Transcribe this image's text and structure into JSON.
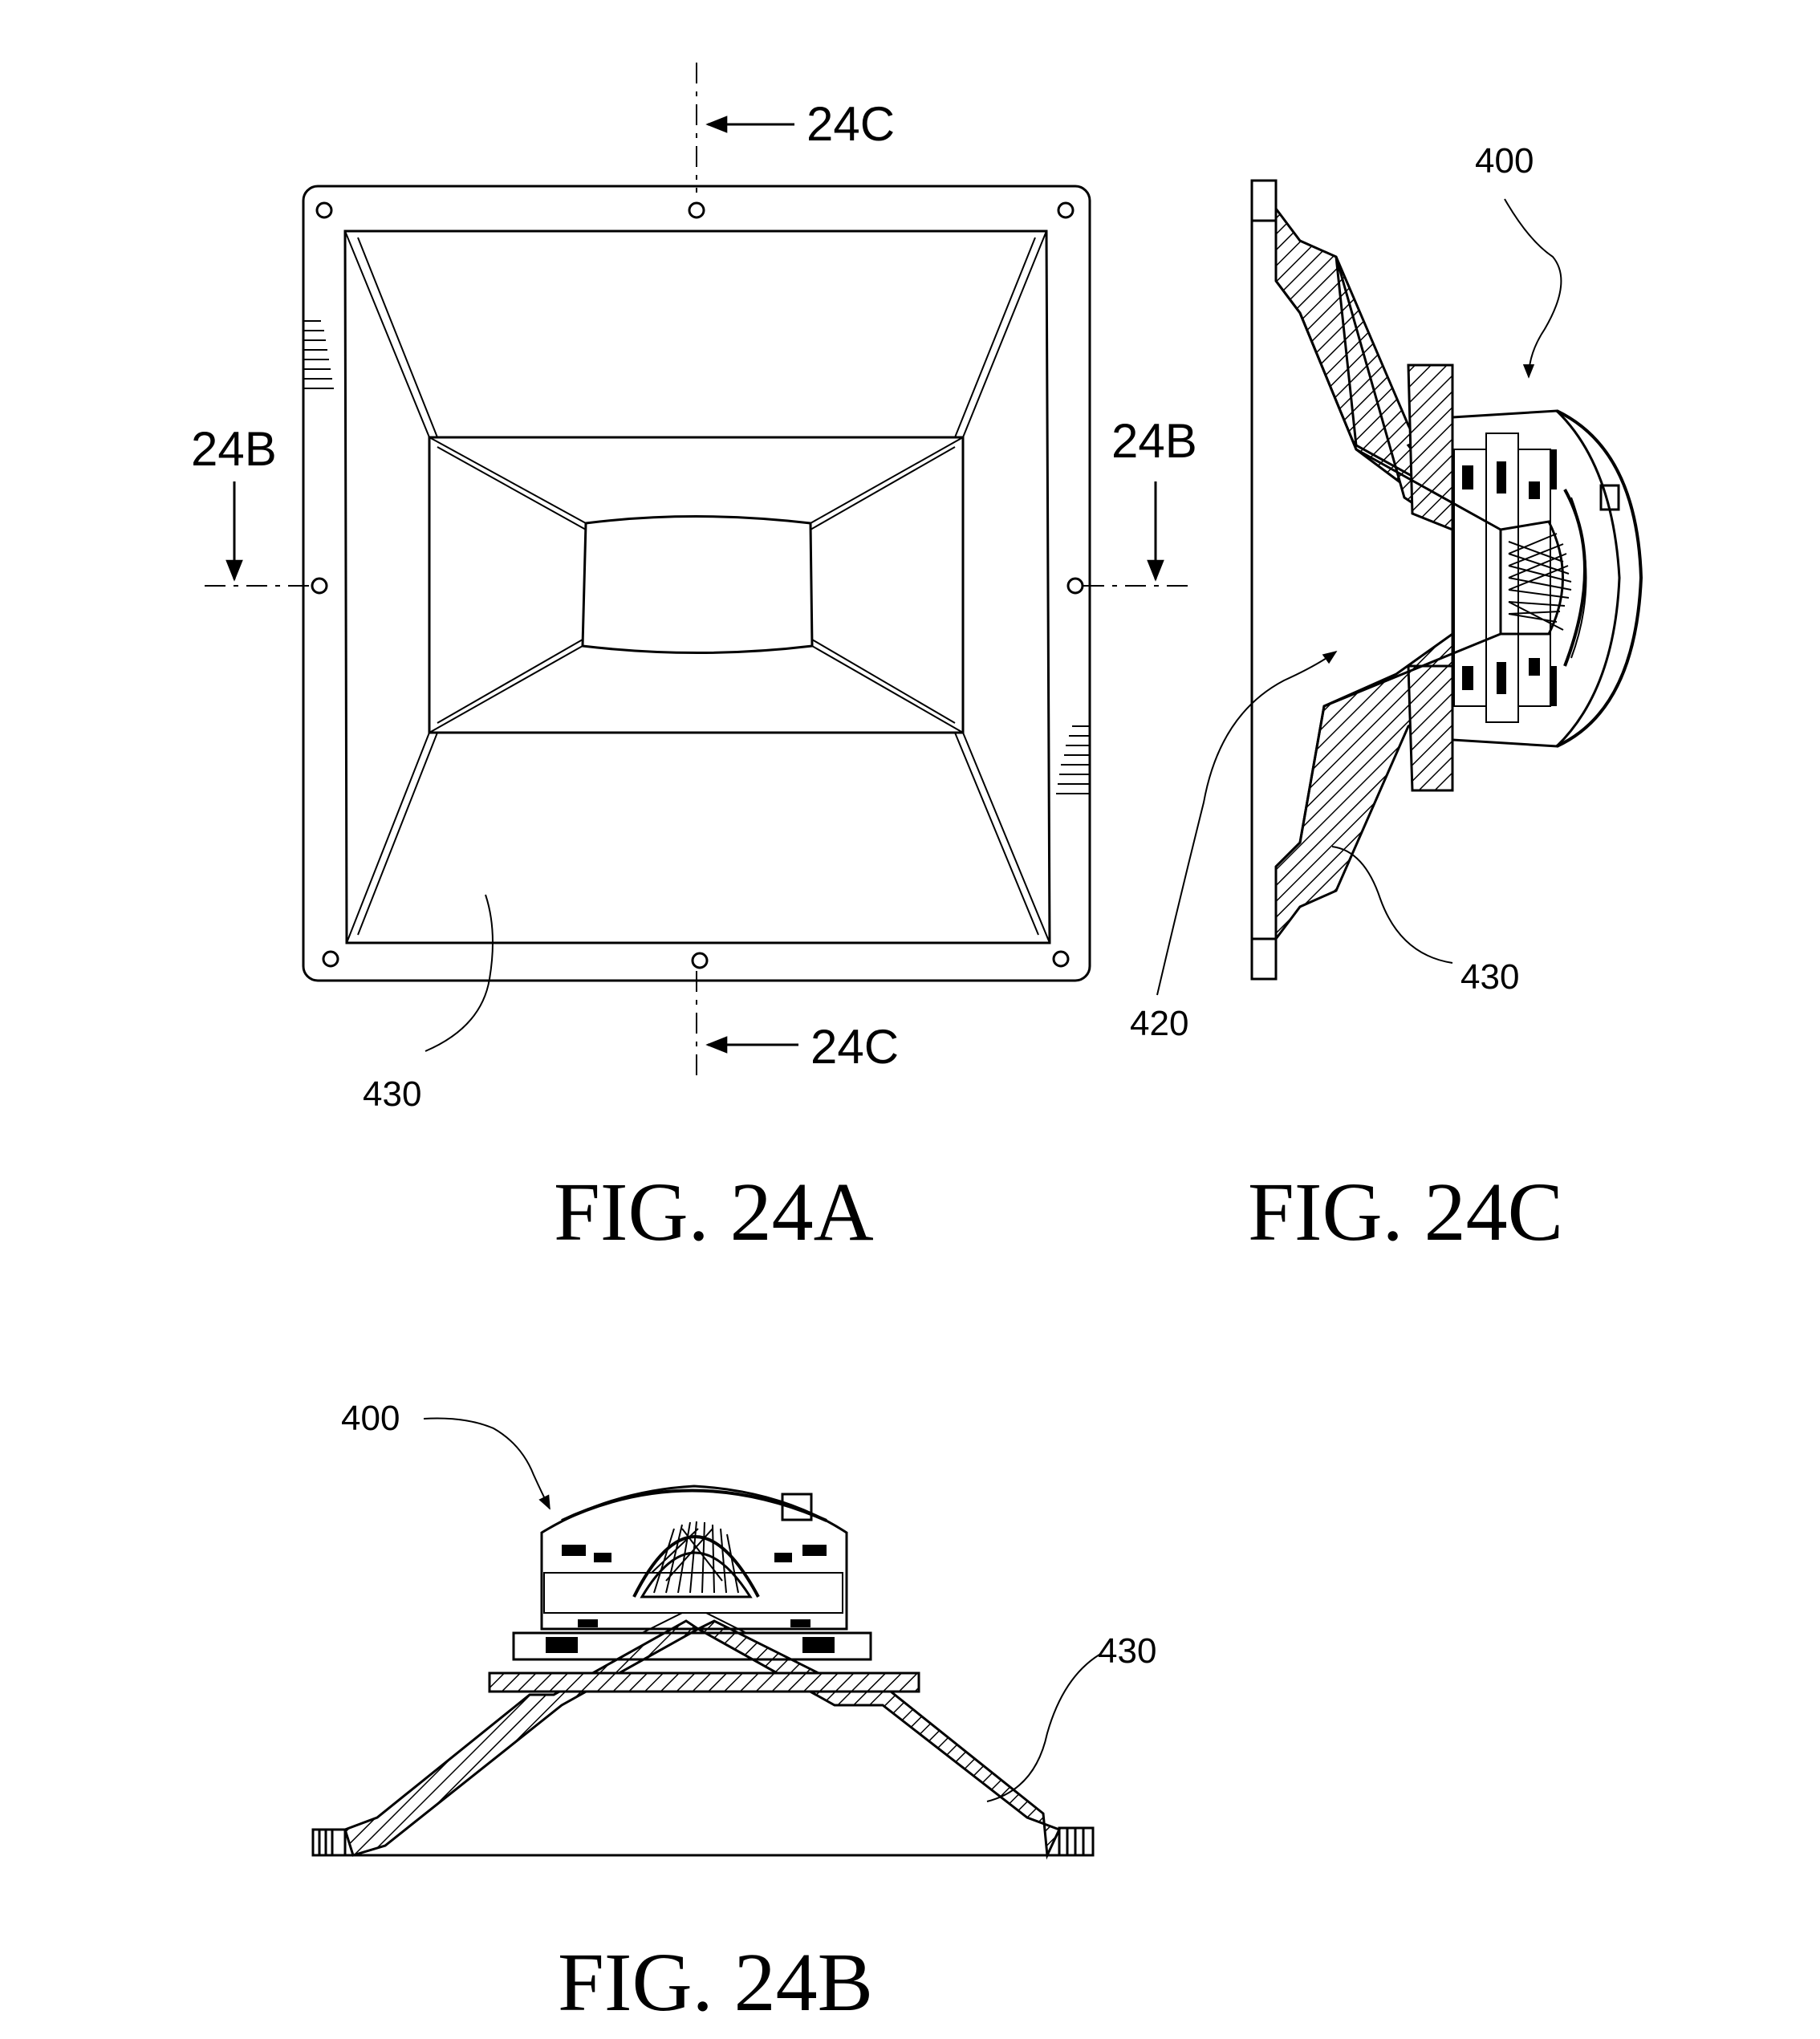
{
  "figures": {
    "fig_24a": {
      "caption": "FIG. 24A",
      "section_top": "24C",
      "section_bottom": "24C",
      "section_left": "24B",
      "section_right": "24B",
      "ref_horn": "430"
    },
    "fig_24c": {
      "caption": "FIG. 24C",
      "ref_driver": "400",
      "ref_throat": "420",
      "ref_horn": "430"
    },
    "fig_24b": {
      "caption": "FIG. 24B",
      "ref_driver": "400",
      "ref_horn": "430"
    }
  },
  "icons": {
    "section_arrow": "arrow-icon",
    "leader_arrow": "leader-arrow-icon"
  },
  "colors": {
    "ink": "#000000",
    "paper": "#ffffff"
  }
}
